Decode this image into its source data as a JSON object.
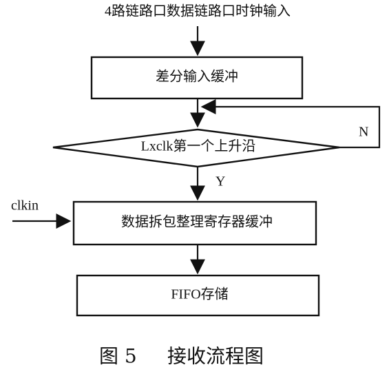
{
  "diagram": {
    "input_label": "4路链路口数据链路口时钟输入",
    "nodes": {
      "diff_buffer": "差分输入缓冲",
      "decision": "Lxclk第一个上升沿",
      "unpack_buffer": "数据拆包整理寄存器缓冲",
      "fifo": "FIFO存储"
    },
    "edge_labels": {
      "yes": "Y",
      "no": "N",
      "clkin": "clkin"
    }
  },
  "caption": {
    "figure_number": "图 5",
    "title": "接收流程图"
  }
}
